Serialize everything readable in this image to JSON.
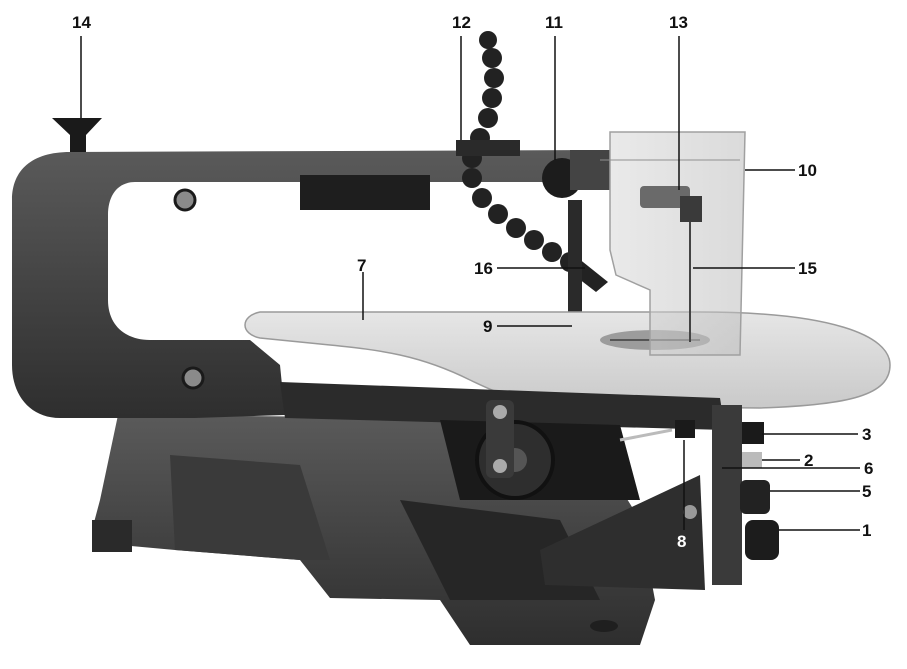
{
  "callouts": {
    "c1": "1",
    "c2": "2",
    "c3": "3",
    "c5": "5",
    "c6": "6",
    "c7": "7",
    "c8": "8",
    "c9": "9",
    "c10": "10",
    "c11": "11",
    "c12": "12",
    "c13": "13",
    "c14": "14",
    "c15": "15",
    "c16": "16"
  }
}
